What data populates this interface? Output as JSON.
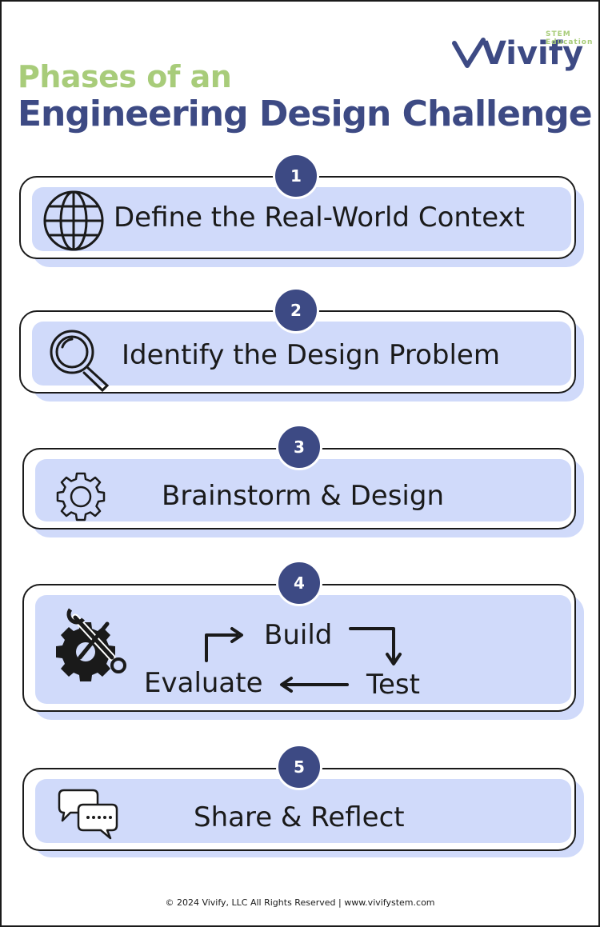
{
  "header": {
    "title_line1": "Phases of an",
    "title_line2": "Engineering Design Challenge"
  },
  "logo": {
    "word": "Vivify",
    "tagline": "STEM Education"
  },
  "phases": [
    {
      "number": "1",
      "label": "Define the Real-World Context",
      "icon": "globe-icon"
    },
    {
      "number": "2",
      "label": "Identify the Design Problem",
      "icon": "magnifier-icon"
    },
    {
      "number": "3",
      "label": "Brainstorm & Design",
      "icon": "gear-icon"
    },
    {
      "number": "4",
      "icon": "tools-gear-icon",
      "cycle": {
        "build": "Build",
        "test": "Test",
        "evaluate": "Evaluate"
      }
    },
    {
      "number": "5",
      "label": "Share & Reflect",
      "icon": "chat-bubbles-icon"
    }
  ],
  "footer": {
    "text": "© 2024 Vivify, LLC All Rights Reserved | www.vivifystem.com"
  },
  "colors": {
    "navy": "#3d4a84",
    "green": "#a8cc7a",
    "card_fill": "#d0dafa",
    "outline": "#1a1a1a"
  }
}
